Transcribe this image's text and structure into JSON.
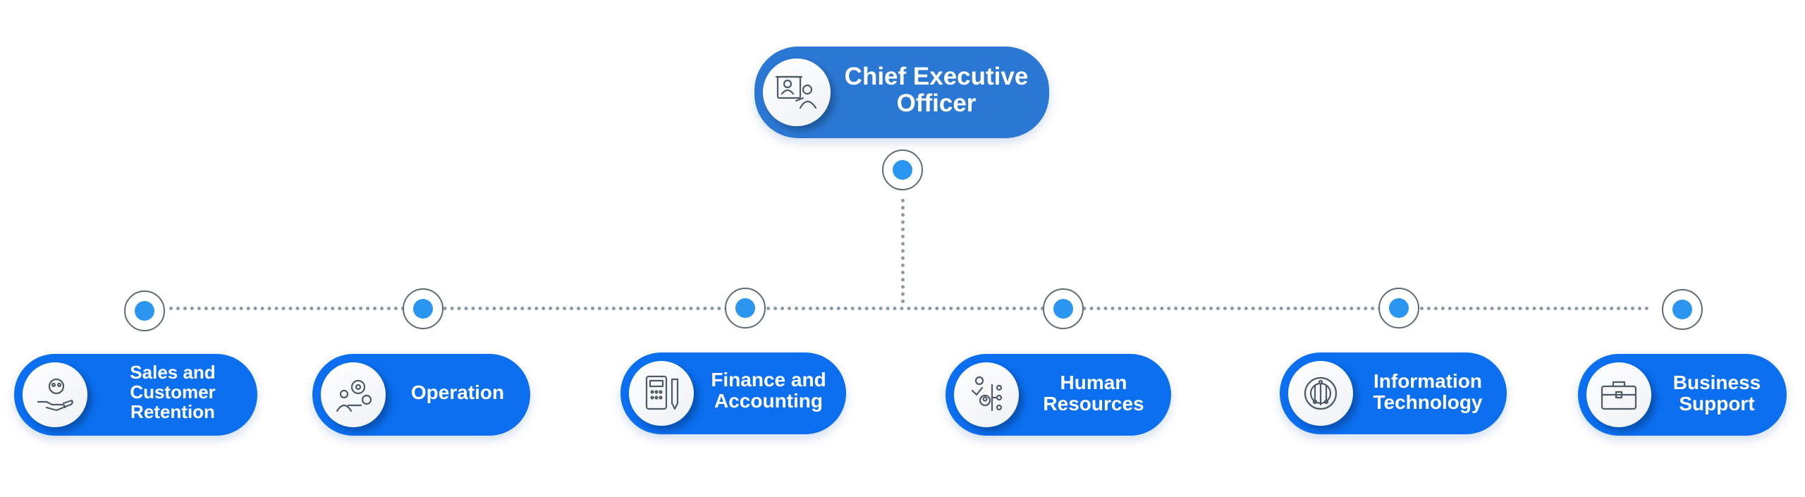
{
  "colors": {
    "ceo_fill": "#2b78d4",
    "dept_fill": "#0b6ff0",
    "dot_fill": "#2a96ef",
    "connector": "#8a99a6",
    "icon_stroke": "#4e5a66"
  },
  "ceo": {
    "label": "Chief Executive\nOfficer",
    "icon": "executive-presentation-icon"
  },
  "departments": [
    {
      "label": "Sales and\nCustomer\nRetention",
      "icon": "hand-people-icon"
    },
    {
      "label": "Operation",
      "icon": "gears-person-icon"
    },
    {
      "label": "Finance and\nAccounting",
      "icon": "calculator-pencil-icon"
    },
    {
      "label": "Human\nResources",
      "icon": "presenter-network-icon"
    },
    {
      "label": "Information\nTechnology",
      "icon": "circuit-brain-icon"
    },
    {
      "label": "Business\nSupport",
      "icon": "briefcase-icon"
    }
  ]
}
